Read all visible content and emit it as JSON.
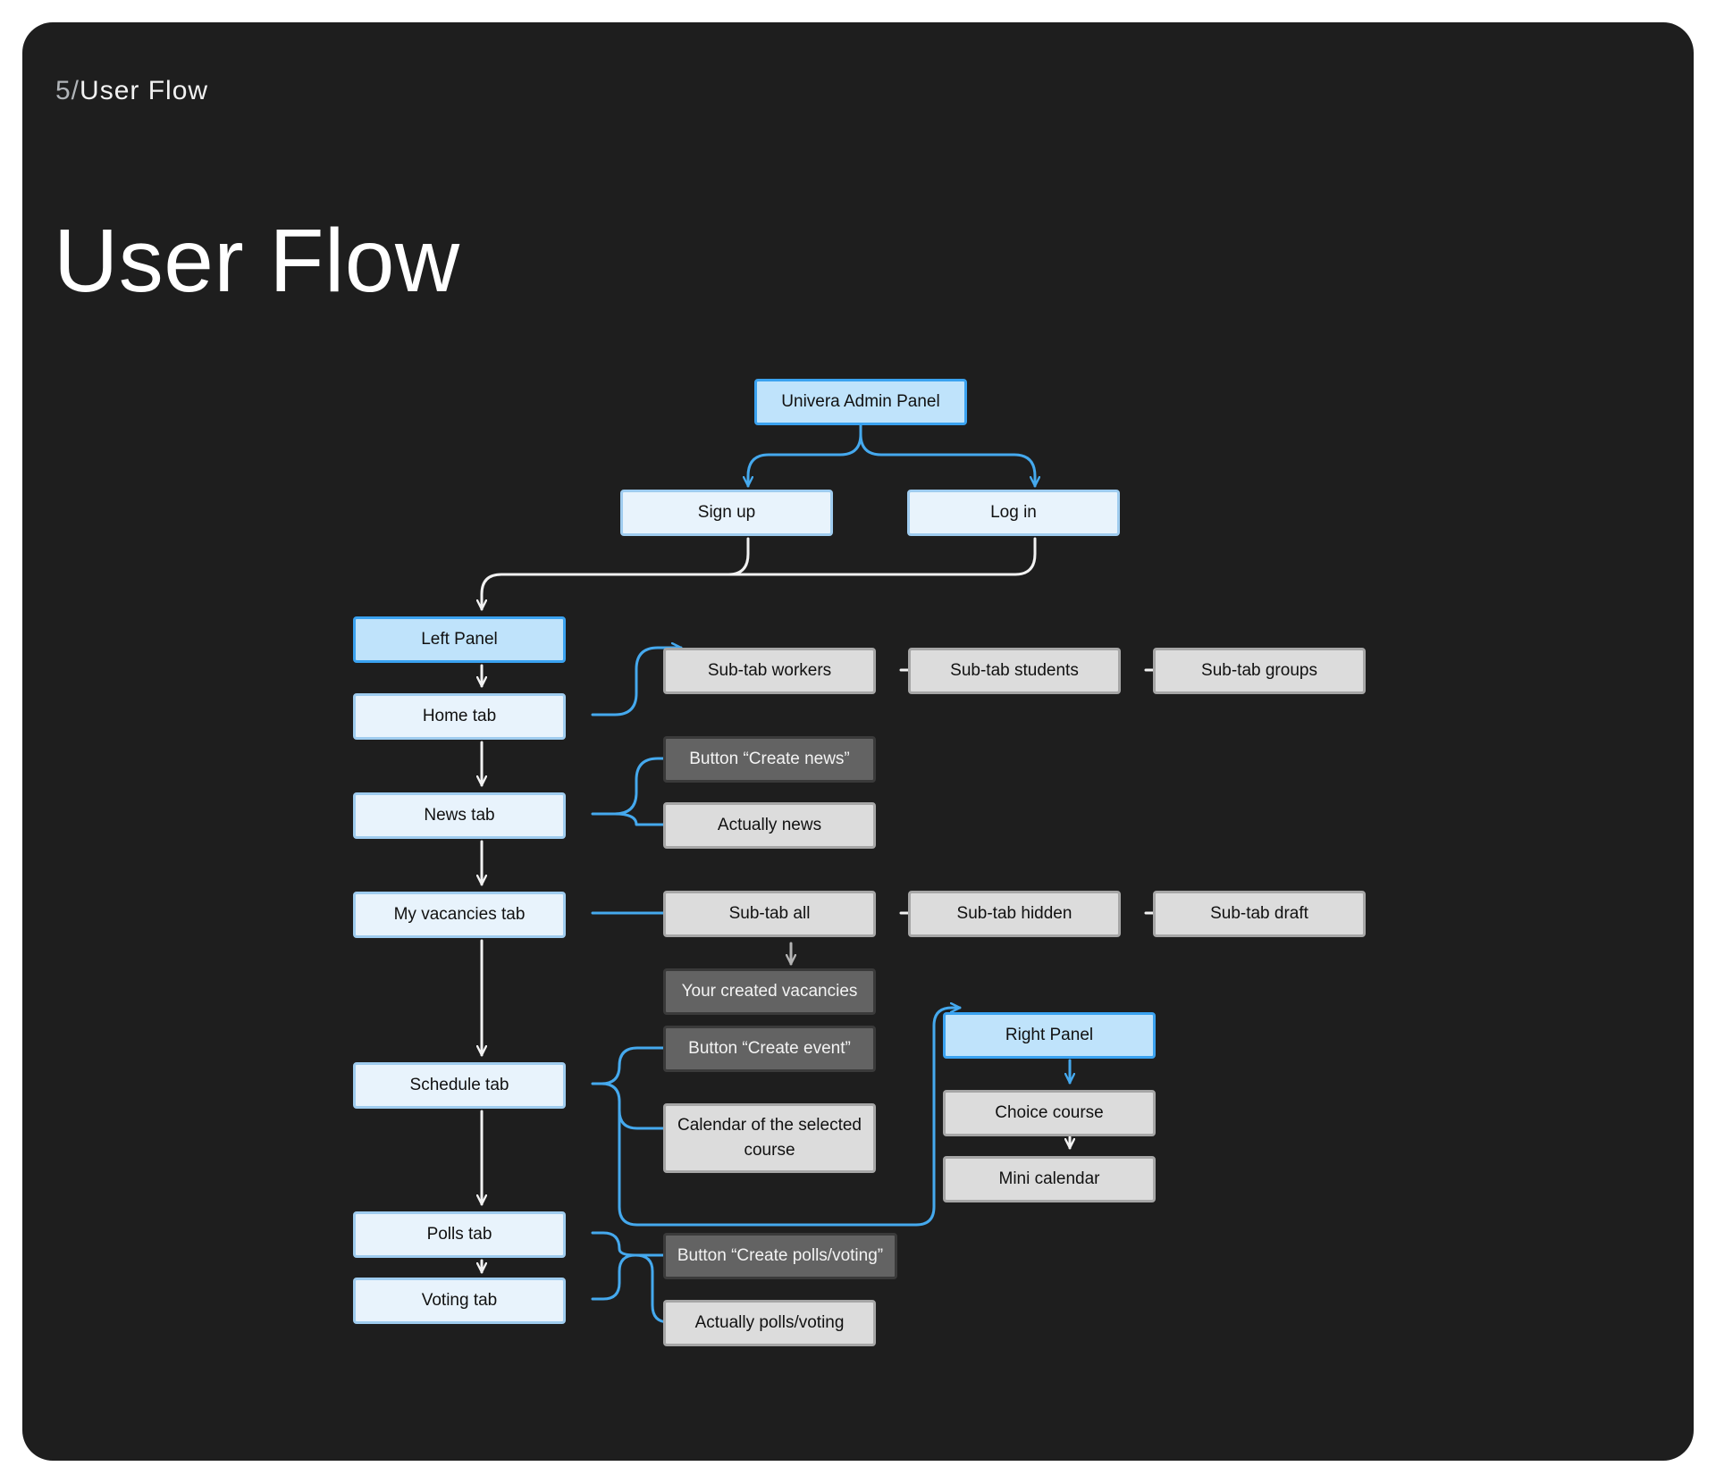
{
  "header": {
    "section_number": "5/",
    "section_label": "User Flow",
    "title": "User Flow"
  },
  "colors": {
    "background": "#1e1e1e",
    "primary_fill": "#bfe3fb",
    "primary_border": "#3aa2f0",
    "light_fill": "#e8f3fc",
    "grey_fill": "#dcdcdc",
    "dark_fill": "#636363",
    "connector_blue": "#45a9ee",
    "connector_white": "#f2f2f2"
  },
  "nodes": {
    "admin_panel": "Univera Admin Panel",
    "sign_up": "Sign up",
    "log_in": "Log in",
    "left_panel": "Left Panel",
    "home_tab": "Home tab",
    "news_tab": "News tab",
    "my_vacancies_tab": "My vacancies tab",
    "schedule_tab": "Schedule tab",
    "polls_tab": "Polls tab",
    "voting_tab": "Voting tab",
    "subtab_workers": "Sub-tab workers",
    "subtab_students": "Sub-tab students",
    "subtab_groups": "Sub-tab groups",
    "button_create_news": "Button “Create news”",
    "actually_news": "Actually news",
    "subtab_all": "Sub-tab all",
    "subtab_hidden": "Sub-tab hidden",
    "subtab_draft": "Sub-tab draft",
    "your_created_vacancies": "Your created vacancies",
    "button_create_event": "Button “Create event”",
    "calendar_selected_course": "Calendar of the selected course",
    "right_panel": "Right Panel",
    "choice_course": "Choice course",
    "mini_calendar": "Mini calendar",
    "button_create_polls": "Button “Create polls/voting”",
    "actually_polls": "Actually polls/voting"
  }
}
